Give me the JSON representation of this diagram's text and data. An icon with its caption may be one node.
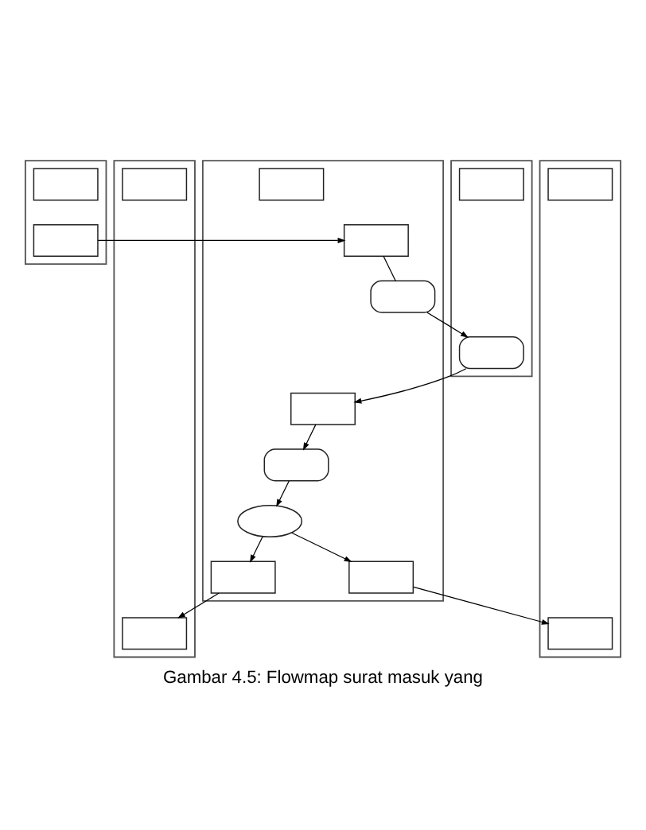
{
  "diagram": {
    "caption": "Gambar 4.5: Flowmap surat masuk yang",
    "nodes": [
      {
        "text": [],
        "shape": "band"
      },
      {
        "text": [],
        "shape": "band"
      },
      {
        "text": [],
        "shape": "band"
      },
      {
        "text": [],
        "shape": "band"
      },
      {
        "text": [],
        "shape": "band"
      },
      {
        "text": [],
        "shape": "box",
        "in": 0
      },
      {
        "text": [],
        "shape": "box",
        "in": 1
      },
      {
        "text": [],
        "shape": "box",
        "in": 2
      },
      {
        "text": [],
        "shape": "box",
        "in": 3
      },
      {
        "text": [],
        "shape": "box",
        "in": 4
      },
      {
        "text": [],
        "shape": "box",
        "in": 0
      },
      {
        "text": [],
        "shape": "box",
        "in": 1
      },
      {
        "text": [],
        "shape": "rounded",
        "in": 1
      },
      {
        "text": [],
        "shape": "rounded",
        "in": 2
      },
      {
        "text": [],
        "shape": "box",
        "in": 1
      },
      {
        "text": [],
        "shape": "rounded",
        "in": 1
      },
      {
        "text": [],
        "shape": "ellipse",
        "in": 1
      },
      {
        "text": [],
        "shape": "box",
        "in": 1
      },
      {
        "text": [],
        "shape": "box",
        "in": 1
      },
      {
        "text": [],
        "shape": "box",
        "in": 3
      },
      {
        "text": [],
        "shape": "box",
        "in": 4
      }
    ],
    "edges": [
      {
        "from": 10,
        "to": 11,
        "arrow": "to"
      },
      {
        "from": 11,
        "to": 12,
        "arrow": "none"
      },
      {
        "from": 12,
        "to": 13,
        "arrow": "to"
      },
      {
        "from": 13,
        "to": 14,
        "arrow": "to"
      },
      {
        "from": 14,
        "to": 15,
        "arrow": "to"
      },
      {
        "from": 15,
        "to": 16,
        "arrow": "to"
      },
      {
        "from": 16,
        "to": 17,
        "arrow": "to"
      },
      {
        "from": 16,
        "to": 18,
        "arrow": "to"
      },
      {
        "from": 17,
        "to": 19,
        "arrow": "to"
      },
      {
        "from": 18,
        "to": 20,
        "arrow": "to"
      }
    ]
  }
}
